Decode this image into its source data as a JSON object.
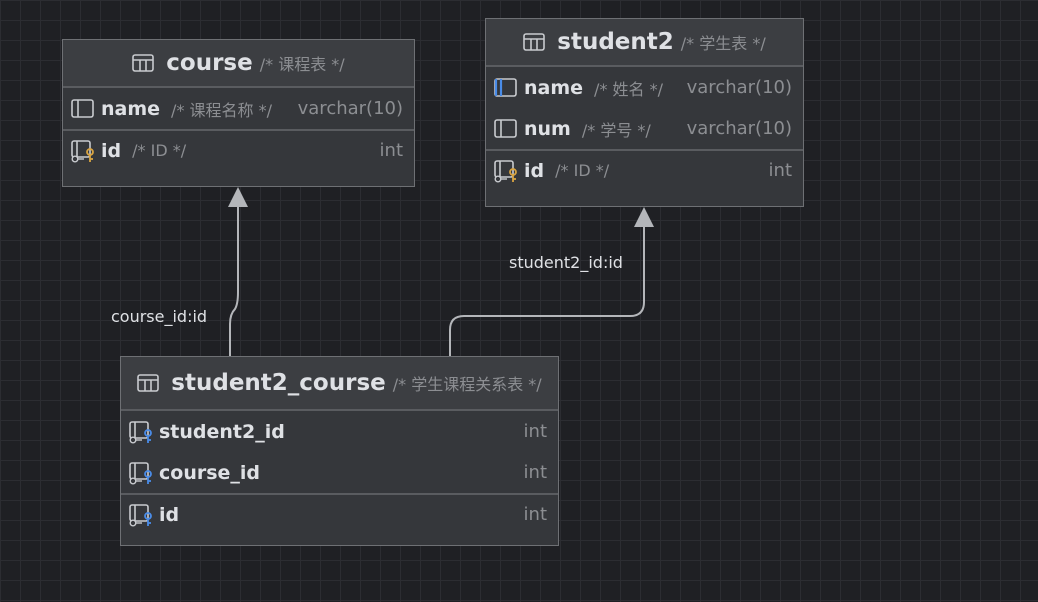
{
  "tables": {
    "course": {
      "name": "course",
      "comment": "/* 课程表 */",
      "columns": [
        {
          "name": "name",
          "comment": "/* 课程名称 */",
          "type": "varchar(10)",
          "icon": "column-icon"
        },
        {
          "name": "id",
          "comment": "/* ID */",
          "type": "int",
          "icon": "primary-key-icon"
        }
      ]
    },
    "student2": {
      "name": "student2",
      "comment": "/* 学生表 */",
      "columns": [
        {
          "name": "name",
          "comment": "/* 姓名 */",
          "type": "varchar(10)",
          "icon": "index-column-icon"
        },
        {
          "name": "num",
          "comment": "/* 学号 */",
          "type": "varchar(10)",
          "icon": "column-icon"
        },
        {
          "name": "id",
          "comment": "/* ID */",
          "type": "int",
          "icon": "primary-key-icon"
        }
      ]
    },
    "student2_course": {
      "name": "student2_course",
      "comment": "/* 学生课程关系表 */",
      "columns": [
        {
          "name": "student2_id",
          "comment": "",
          "type": "int",
          "icon": "foreign-key-icon"
        },
        {
          "name": "course_id",
          "comment": "",
          "type": "int",
          "icon": "foreign-key-icon"
        },
        {
          "name": "id",
          "comment": "",
          "type": "int",
          "icon": "primary-key-icon"
        }
      ]
    }
  },
  "relations": {
    "course_link": "course_id:id",
    "student_link": "student2_id:id"
  },
  "colors": {
    "background": "#1f2024",
    "grid": "#2c2d32",
    "connector": "#b4b6ba",
    "primary_key": "#d9a441",
    "foreign_key": "#4a8ce8"
  }
}
